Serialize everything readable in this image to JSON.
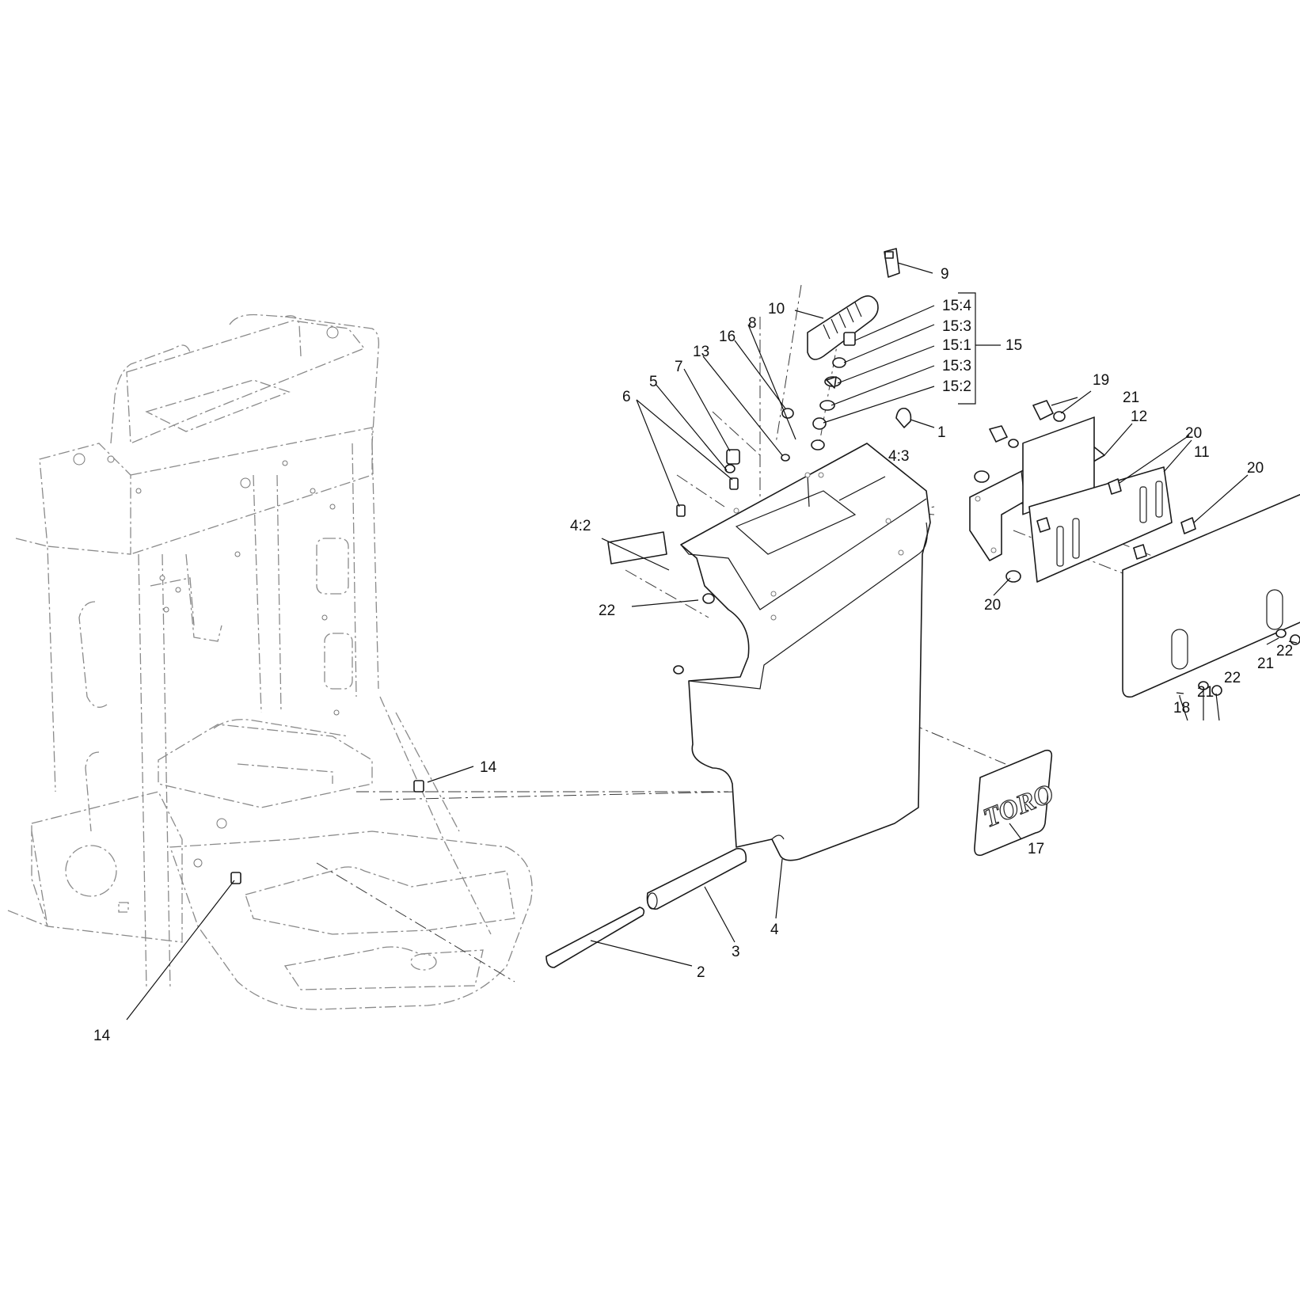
{
  "callouts": {
    "c1": "1",
    "c2": "2",
    "c3": "3",
    "c4": "4",
    "c4_2": "4:2",
    "c4_3": "4:3",
    "c5": "5",
    "c6": "6",
    "c7": "7",
    "c8": "8",
    "c9": "9",
    "c10": "10",
    "c11": "11",
    "c12": "12",
    "c13": "13",
    "c14_top": "14",
    "c14_bottom": "14",
    "c15": "15",
    "c15_4": "15:4",
    "c15_3a": "15:3",
    "c15_1": "15:1",
    "c15_3b": "15:3",
    "c15_2": "15:2",
    "c16": "16",
    "c17": "17",
    "c18": "18",
    "c19": "19",
    "c20_a": "20",
    "c20_b": "20",
    "c20_c": "20",
    "c21_a": "21",
    "c21_b": "21",
    "c21_c": "21",
    "c22_a": "22",
    "c22_b": "22",
    "c22_c": "22"
  },
  "logo_text": "TORO"
}
